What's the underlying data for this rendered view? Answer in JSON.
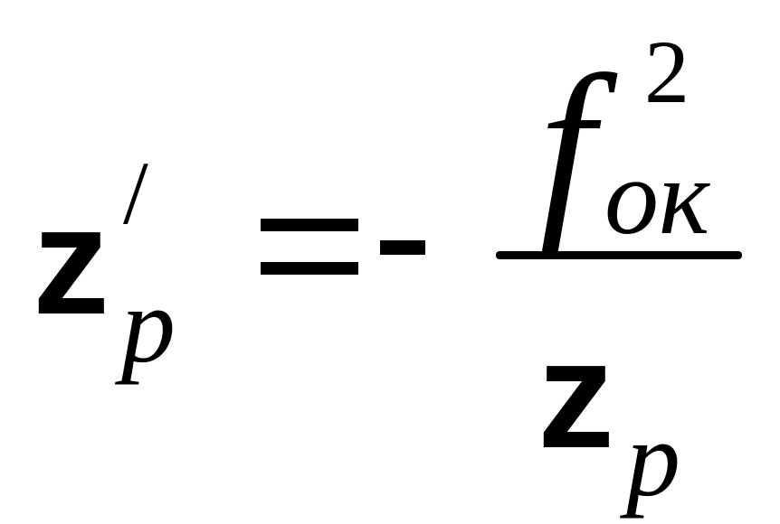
{
  "formula": {
    "lhs": {
      "base": "z",
      "prime": "/",
      "subscript": "p"
    },
    "equals": "=",
    "sign": "-",
    "fraction": {
      "numerator": {
        "base": "f",
        "subscript": "ок",
        "exponent": "2"
      },
      "denominator": {
        "base": "z",
        "subscript": "p"
      }
    }
  }
}
